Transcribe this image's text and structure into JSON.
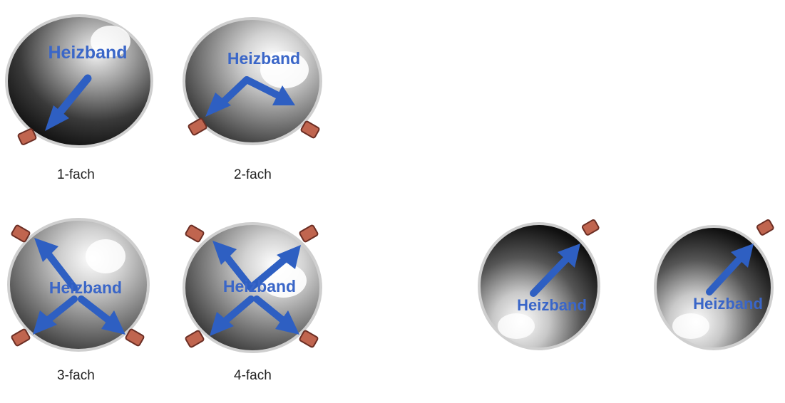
{
  "spheres": [
    {
      "label": "Heizband",
      "caption": "1-fach",
      "style": "dark",
      "arrows": [
        225
      ],
      "connectors": [
        230
      ]
    },
    {
      "label": "Heizband",
      "caption": "2-fach",
      "style": "light",
      "arrows": [
        225,
        315
      ],
      "connectors": [
        230,
        310
      ]
    },
    {
      "label": "Heizband",
      "caption": "3-fach",
      "style": "light",
      "arrows": [
        135,
        225,
        315
      ],
      "connectors": [
        135,
        225,
        315
      ]
    },
    {
      "label": "Heizband",
      "caption": "4-fach",
      "style": "light",
      "arrows": [
        45,
        135,
        225,
        315
      ],
      "connectors": [
        45,
        135,
        225,
        315
      ]
    },
    {
      "label": "Heizband",
      "caption": "",
      "style": "inverted",
      "arrows": [
        45
      ],
      "connectors": [
        45
      ]
    },
    {
      "label": "Heizband",
      "caption": "",
      "style": "inverted",
      "arrows": [
        45
      ],
      "connectors": [
        45
      ]
    }
  ],
  "colors": {
    "arrow": "#2e5fc2",
    "text": "#3a66c8",
    "connector": "#c0654f",
    "caption": "#222222"
  }
}
